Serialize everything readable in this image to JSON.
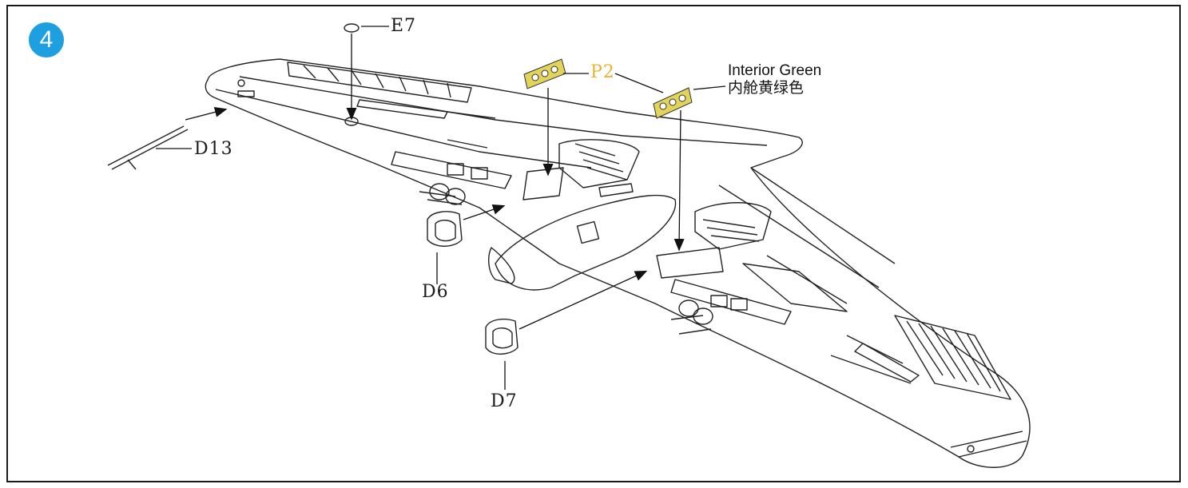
{
  "step": {
    "number": "4",
    "color": "#1e9fe0"
  },
  "parts": {
    "E7": "E7",
    "P2": "P2",
    "D13": "D13",
    "D6": "D6",
    "D7": "D7"
  },
  "paint": {
    "english": "Interior Green",
    "chinese": "内舱黄绿色"
  },
  "colors": {
    "line": "#1a1a1a",
    "photoetch": "#e2d35a",
    "label_highlight": "#e7b332"
  }
}
